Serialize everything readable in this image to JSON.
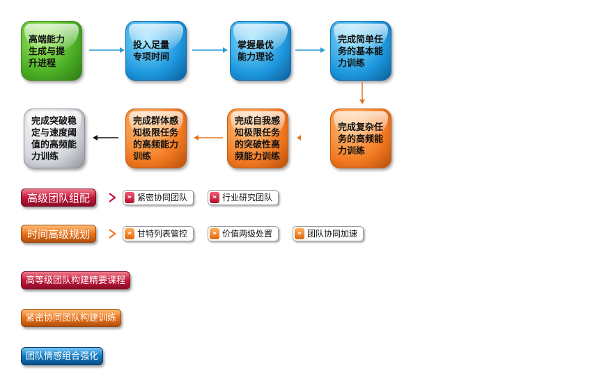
{
  "colors": {
    "blue_arrow": "#2a9ad8",
    "orange_arrow": "#e8741e",
    "black_arrow": "#111111",
    "red_chevron": "#c8143a",
    "orange_chevron": "#ee7a20"
  },
  "flow": {
    "row1": [
      {
        "text": "高端能力\n生成与提\n升进程",
        "style": "green"
      },
      {
        "text": "投入足量\n专项时间",
        "style": "blue"
      },
      {
        "text": "掌握最优\n能力理论",
        "style": "blue"
      },
      {
        "text": "完成简单任\n务的基本能\n力训练",
        "style": "blue"
      }
    ],
    "row2": [
      {
        "text": "完成突破稳\n定与速度阈\n值的高频能\n力训练",
        "style": "gray"
      },
      {
        "text": "完成群体感\n知极限任务\n的高频能力\n训练",
        "style": "orange"
      },
      {
        "text": "完成自我感\n知极限任务\n的突破性高\n频能力训练",
        "style": "orange"
      },
      {
        "text": "完成复杂任\n务的高频能\n力训练",
        "style": "orange"
      }
    ]
  },
  "team_config": {
    "label": "高级团队组配",
    "tags": [
      "紧密协同团队",
      "行业研究团队"
    ]
  },
  "time_plan": {
    "label": "时间高级规划",
    "tags": [
      "甘特列表管控",
      "价值两级处置",
      "团队协同加速"
    ]
  },
  "tag_marker": "»",
  "courses": [
    "高等级团队构建精要课程",
    "紧密协同团队构建训练",
    "团队情感组合强化"
  ]
}
